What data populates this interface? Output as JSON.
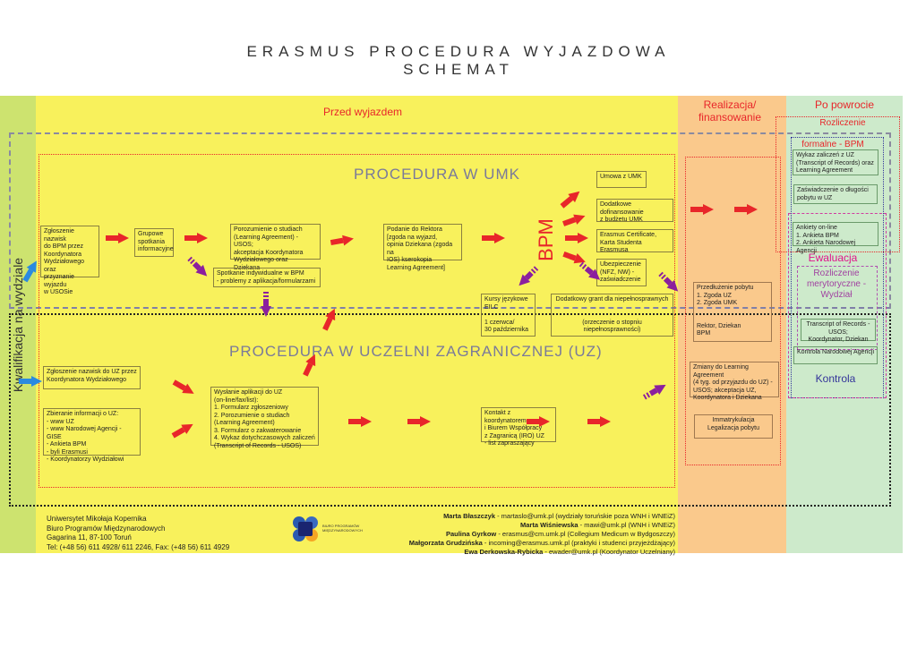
{
  "title": {
    "line1": "ERASMUS PROCEDURA WYJAZDOWA",
    "line2": "SCHEMAT"
  },
  "colors": {
    "yellow": "#f8f15c",
    "green_left": "#cde36f",
    "orange": "#fac98c",
    "green_right": "#cdeacb",
    "red": "#e8262a",
    "purple": "#8b1f9e"
  },
  "phases": {
    "left": "Kwalifikacja na wydziale",
    "before": "Przed wyjazdem",
    "during": "Realizacja/\nfinansowanie",
    "after": "Po powrocie"
  },
  "sections": {
    "umk": "PROCEDURA W UMK",
    "uz": "PROCEDURA W UCZELNI ZAGRANICZNEJ (UZ)",
    "bpm": "BPM"
  },
  "umk_boxes": [
    "Zgłoszenie nazwisk\ndo BPM przez\nKoordynatora\nWydziałowego oraz\nprzyznanie wyjazdu\nw USOSie",
    "Grupowe\nspotkania\ninformacyjne",
    "Porozumienie o studiach\n(Learning Agreement) - USOS;\nakceptacja Koordynatora\nWydziałowego oraz\nDziekana",
    "Spotkanie indywidualne w BPM\n- problemy z aplikacja/formularzami",
    "Podanie do Rektora\n[zgoda na wyjazd,\nopinia Dziekana (zgoda na\nIOS) kserokopia\nLearning Agreement]",
    "Umowa z UMK",
    "Dodatkowe dofinansowanie\nz budżetu UMK",
    "Erasmus Certificate,\nKarta Studenta Erasmusa",
    "Ubezpieczenie\n(NFZ, NW) -\nzaświadczenie",
    "Kursy językowe\nEILC\n\n1 czerwca/\n30 października",
    "Dodatkowy grant dla niepełnosprawnych\n\n\n(orzeczenie o stopniu niepełnosprawności)"
  ],
  "uz_boxes": [
    "Zgłoszenie nazwisk do UZ przez\nKoordynatora Wydziałowego",
    "Zbieranie informacji o UZ:\n- www UZ\n- www Narodowej Agencji - GISE\n- Ankieta BPM\n- byli Erasmusi\n- Koordynatorzy Wydziałowi",
    "Wysłanie aplikacji do UZ\n(on-line/fax/list):\n1. Formularz zgłoszeniowy\n2. Porozumienie o studiach\n    (Learning Agreement)\n3. Formularz o zakwaterowanie\n4. Wykaz dotychczasowych zaliczeń\n    (Transcript of Records - USOS)",
    "Kontakt z koordynatorem\ni Biurem Współpracy\nz Zagranicą (IRO) UZ\n- list zapraszający"
  ],
  "during_boxes": [
    "Przedłużenie pobytu\n1. Zgoda UZ\n2. Zgoda UMK\n\n\nRektor, Dziekan\nBPM",
    "Zmiany do Learning Agreement\n(4 tyg. od przyjazdu do UZ) -\nUSOS; akceptacja UZ,\nKoordynatora i Dziekana",
    "Immatrykulacja\nLegalizacja pobytu"
  ],
  "after": {
    "rozliczenie": "Rozliczenie",
    "formalne": "formalne - BPM",
    "ewaluacja": "Ewaluacja",
    "merytoryczne": "Rozliczenie\nmerytoryczne -\nWydział",
    "kontrola": "Kontrola",
    "boxes": [
      "Wykaz zaliczeń z UZ\n(Transcript of Records) oraz\nLearning Agreement",
      "Zaświadczenie o długości\npobytu w UZ",
      "Ankiety on-line\n1. Ankieta BPM\n2. Ankieta Narodowej Agencji",
      "Transcript of Records -\nUSOS;\nKoordynator, Dziekan",
      "Kontrola Narodowej Agencji"
    ]
  },
  "footer": {
    "org": [
      "Uniwersytet Mikołaja Kopernika",
      "Biuro Programów Międzynarodowych",
      "Gagarina 11, 87-100 Toruń",
      "Tel: (+48 56) 611 4928/ 611 2246, Fax: (+48 56) 611 4929"
    ],
    "logo_text": "BIURO PROGRAMÓW MIĘDZYNARODOWYCH",
    "contacts": [
      {
        "name": "Marta Błaszczyk",
        "info": " - martaslo@umk.pl  (wydziały toruńskie poza WNH i WNEiZ)"
      },
      {
        "name": "Marta Wiśniewska",
        "info": " - mawi@umk.pl (WNH i WNEiZ)"
      },
      {
        "name": "Paulina Gyrkow",
        "info": " - erasmus@cm.umk.pl (Collegium Medicum w Bydgoszczy)"
      },
      {
        "name": "Małgorzata Grudzińska",
        "info": " - incoming@erasmus.umk.pl (praktyki i studenci przyjeżdżający)"
      },
      {
        "name": "Ewa Derkowska-Rybicka",
        "info": " - ewader@umk.pl  (Koordynator Uczelniany)"
      }
    ]
  }
}
